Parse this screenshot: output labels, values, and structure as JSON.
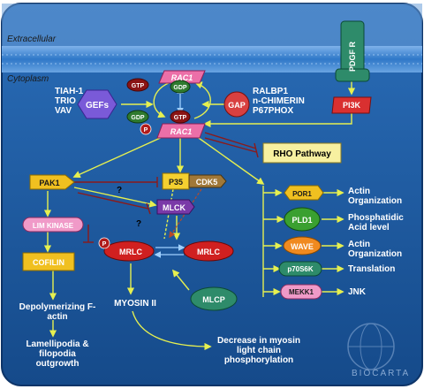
{
  "regions": {
    "extracellular": "Extracellular",
    "cytoplasm": "Cytoplasm"
  },
  "receptor": {
    "label": "PDGF R"
  },
  "gefs": {
    "label": "GEFs",
    "members": [
      "TIAH-1",
      "TRIO",
      "VAV"
    ]
  },
  "gap": {
    "label": "GAP",
    "members": [
      "RALBP1",
      "n-CHIMERIN",
      "P67PHOX"
    ]
  },
  "rac1": {
    "label": "RAC1",
    "label_active": "RAC1"
  },
  "nucleotides": {
    "gtp": "GTP",
    "gdp": "GDP",
    "p": "P"
  },
  "pi3k": {
    "label": "PI3K"
  },
  "rho_pathway": {
    "label": "RHO Pathway"
  },
  "pak1": {
    "label": "PAK1"
  },
  "p35": {
    "label": "P35"
  },
  "cdk5": {
    "label": "CDK5"
  },
  "mlck": {
    "label": "MLCK"
  },
  "limk": {
    "label": "LIM KINASE"
  },
  "cofilin": {
    "label": "COFILIN"
  },
  "mrlc": {
    "label_p": "MRLC",
    "label": "MRLC"
  },
  "mlcp": {
    "label": "MLCP"
  },
  "question": "?",
  "effectors": [
    {
      "label": "POR1",
      "outcome": "Actin Organization"
    },
    {
      "label": "PLD1",
      "outcome": "Phosphatidic Acid level"
    },
    {
      "label": "WAVE",
      "outcome": "Actin Organization"
    },
    {
      "label": "p70S6K",
      "outcome": "Translation"
    },
    {
      "label": "MEKK1",
      "outcome": "JNK"
    }
  ],
  "outcomes": {
    "depoly": "Depolymerizing F-actin",
    "lamelli": "Lamellipodia & filopodia outgrowth",
    "myosin": "MYOSIN II",
    "decrease": "Decrease in myosin light chain phosphorylation"
  },
  "watermark": "BIOCARTA",
  "colors": {
    "cell": "#1f5fa8",
    "membrane": "#3f86d4",
    "arrow": "#e6f050",
    "inhibit": "#8b1a1a"
  }
}
